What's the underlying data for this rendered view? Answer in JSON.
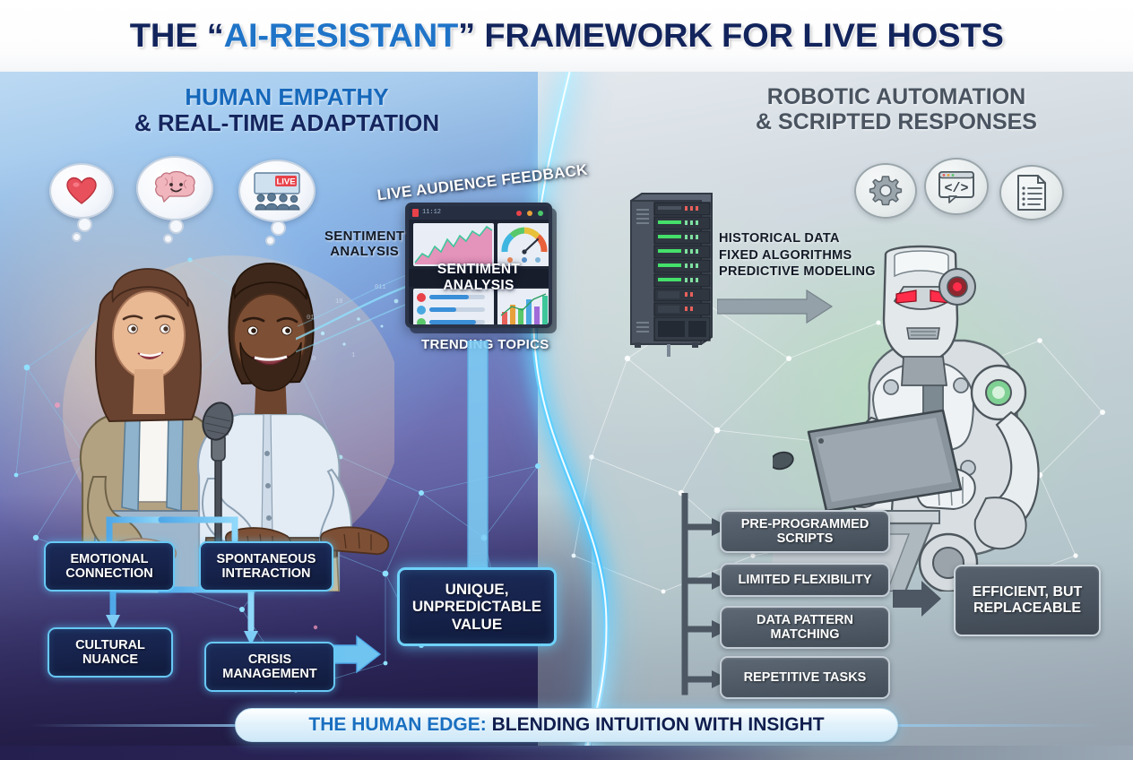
{
  "title": {
    "prefix": "THE “",
    "highlight": "AI-RESISTANT",
    "suffix": "” FRAMEWORK FOR LIVE HOSTS",
    "full": "THE “AI-RESISTANT” FRAMEWORK FOR LIVE HOSTS"
  },
  "left_panel": {
    "heading_line1": "HUMAN EMPATHY",
    "heading_line2": "& REAL-TIME ADAPTATION",
    "bubbles": [
      {
        "icon": "heart-icon",
        "label": "heart"
      },
      {
        "icon": "brain-icon",
        "label": "smiling brain"
      },
      {
        "icon": "live-audience-icon",
        "label": "LIVE",
        "badge": "LIVE"
      }
    ],
    "art_labels": {
      "sentiment_analysis": "SENTIMENT\nANALYSIS",
      "live_audience_feedback": "LIVE AUDIENCE FEEDBACK",
      "dashboard_caption": "SENTIMENT ANALYSIS",
      "trending_topics": "TRENDING TOPICS",
      "dashboard_time": "11:12"
    },
    "boxes": [
      {
        "id": "emotional-connection",
        "label": "EMOTIONAL\nCONNECTION"
      },
      {
        "id": "spontaneous-interaction",
        "label": "SPONTANEOUS\nINTERACTION"
      },
      {
        "id": "cultural-nuance",
        "label": "CULTURAL\nNUANCE"
      },
      {
        "id": "crisis-management",
        "label": "CRISIS\nMANAGEMENT"
      }
    ],
    "result": "UNIQUE,\nUNPREDICTABLE\nVALUE"
  },
  "right_panel": {
    "heading_line1": "ROBOTIC AUTOMATION",
    "heading_line2": "& SCRIPTED RESPONSES",
    "icons": [
      {
        "icon": "gear-icon",
        "label": "gear"
      },
      {
        "icon": "code-window-icon",
        "label": "</>"
      },
      {
        "icon": "document-list-icon",
        "label": "document"
      }
    ],
    "server_labels": [
      "HISTORICAL DATA",
      "FIXED ALGORITHMS",
      "PREDICTIVE MODELING"
    ],
    "boxes": [
      {
        "id": "pre-programmed-scripts",
        "label": "PRE-PROGRAMMED\nSCRIPTS"
      },
      {
        "id": "limited-flexibility",
        "label": "LIMITED FLEXIBILITY"
      },
      {
        "id": "data-pattern-matching",
        "label": "DATA PATTERN\nMATCHING"
      },
      {
        "id": "repetitive-tasks",
        "label": "REPETITIVE\nTASKS"
      }
    ],
    "result": "EFFICIENT,\nBUT\nREPLACEABLE"
  },
  "banner": {
    "highlight": "THE HUMAN EDGE:",
    "rest": " BLENDING INTUITION WITH INSIGHT",
    "full": "THE HUMAN EDGE: BLENDING INTUITION WITH INSIGHT"
  },
  "colors": {
    "title_navy": "#12245c",
    "title_blue": "#1f74c8",
    "left_heading_blue": "#1668bb",
    "left_heading_navy": "#14255e",
    "right_heading_gray": "#4a5460",
    "divider_glow": "#6fd8ff",
    "blue_box_border": "#67c8f5",
    "gray_box_fill": "#4e5965",
    "banner_blue": "#1a6fc0",
    "live_badge_red": "#e8424a",
    "server_led_green": "#45e06a",
    "robot_eye_red": "#ff2d4a"
  }
}
